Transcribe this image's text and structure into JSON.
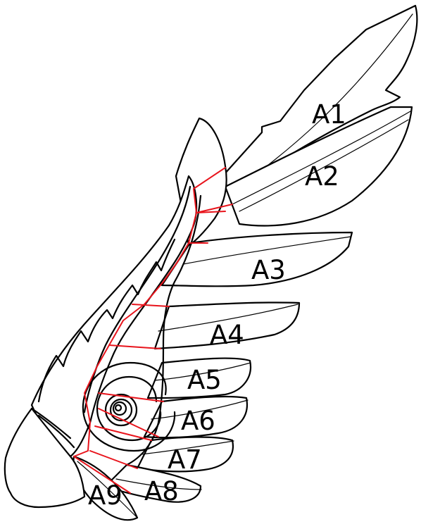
{
  "diagram": {
    "labels": [
      {
        "id": "A1",
        "text": "A1"
      },
      {
        "id": "A2",
        "text": "A2"
      },
      {
        "id": "A3",
        "text": "A3"
      },
      {
        "id": "A4",
        "text": "A4"
      },
      {
        "id": "A5",
        "text": "A5"
      },
      {
        "id": "A6",
        "text": "A6"
      },
      {
        "id": "A7",
        "text": "A7"
      },
      {
        "id": "A8",
        "text": "A8"
      },
      {
        "id": "A9",
        "text": "A9"
      }
    ],
    "colors": {
      "outline": "#000000",
      "division_lines": "#e8141c",
      "background": "#ffffff"
    }
  }
}
